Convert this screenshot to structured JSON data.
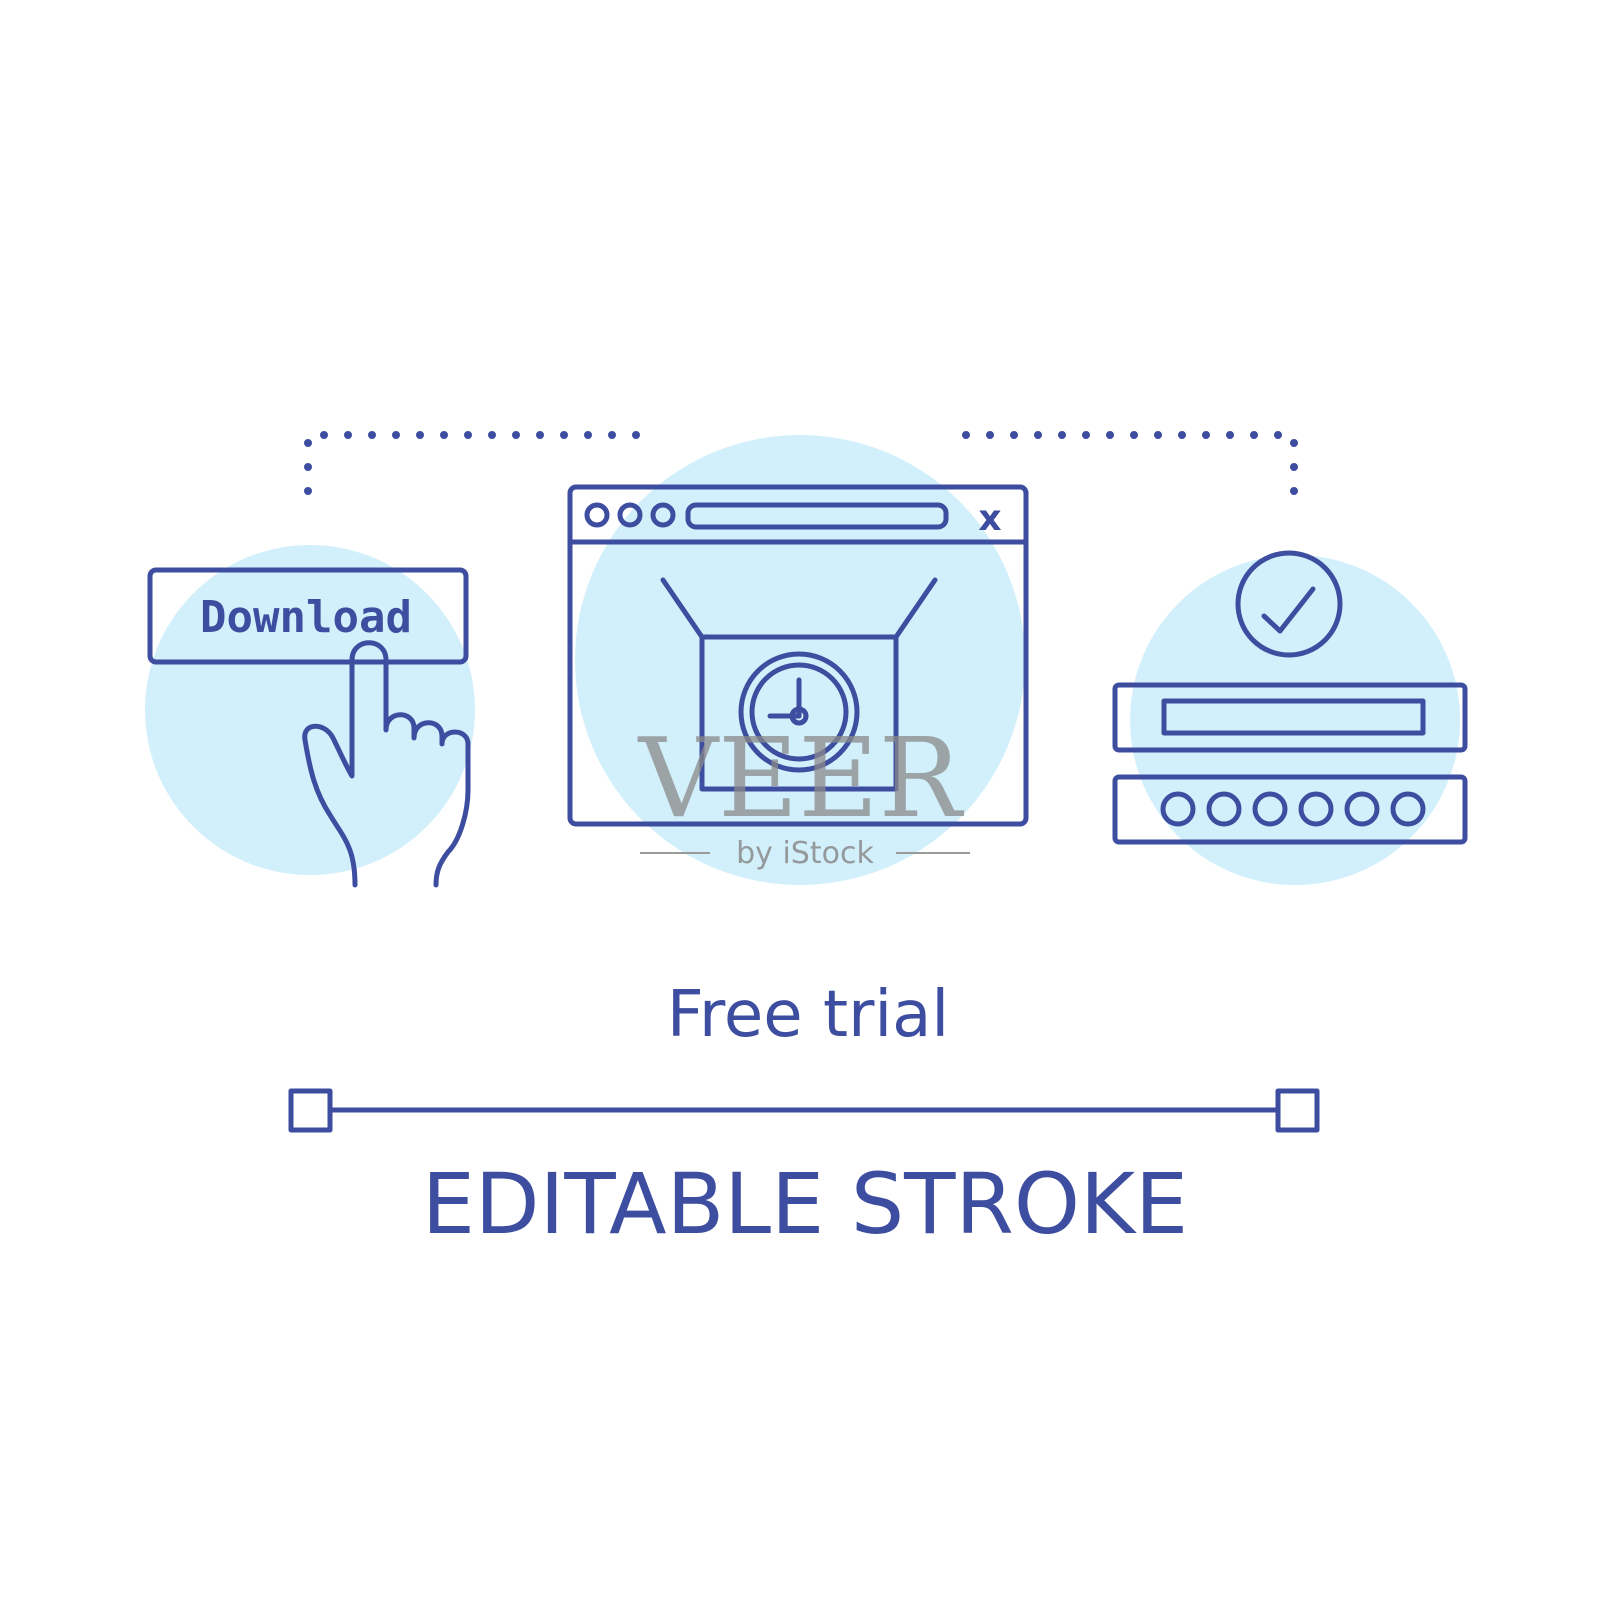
{
  "illustration": {
    "download_button_label": "Download",
    "close_glyph": "x",
    "input_dot_count": 6
  },
  "caption": {
    "title": "Free trial",
    "subtitle": "EDITABLE STROKE"
  },
  "watermark": {
    "logo_text": "VEER",
    "byline": "by iStock"
  },
  "colors": {
    "stroke": "#3d4d9f",
    "yellow": "#fcd879",
    "blue": "#63b6f6",
    "circle_bg": "#d2f0fb"
  },
  "icons": [
    "pointing-hand-icon",
    "browser-window-icon",
    "open-box-icon",
    "clock-icon",
    "check-circle-icon",
    "login-form-icon"
  ]
}
